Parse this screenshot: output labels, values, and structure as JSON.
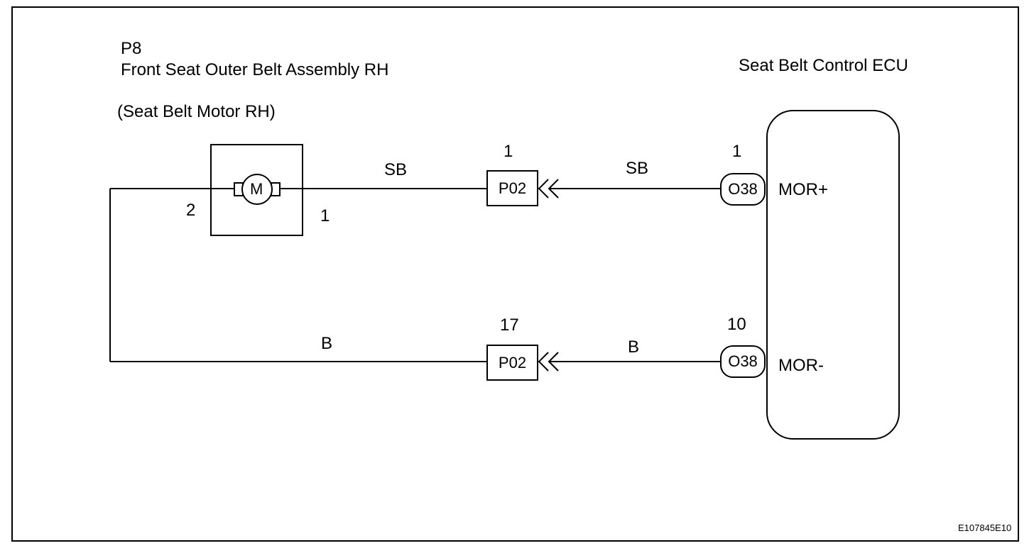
{
  "component": {
    "code": "P8",
    "name": "Front Seat Outer Belt Assembly RH",
    "sub_name": "(Seat Belt Motor RH)",
    "motor_symbol": "M",
    "pin_left": "2",
    "pin_right": "1"
  },
  "ecu": {
    "name": "Seat Belt Control ECU",
    "terminal_top": "MOR+",
    "terminal_bottom": "MOR-"
  },
  "wires": {
    "top_left_color": "SB",
    "top_right_color": "SB",
    "bottom_left_color": "B",
    "bottom_right_color": "B"
  },
  "connectors": {
    "junction_top": {
      "code": "P02",
      "pin": "1"
    },
    "junction_bottom": {
      "code": "P02",
      "pin": "17"
    },
    "ecu_top": {
      "code": "O38",
      "pin": "1"
    },
    "ecu_bottom": {
      "code": "O38",
      "pin": "10"
    }
  },
  "figure_id": "E107845E10"
}
